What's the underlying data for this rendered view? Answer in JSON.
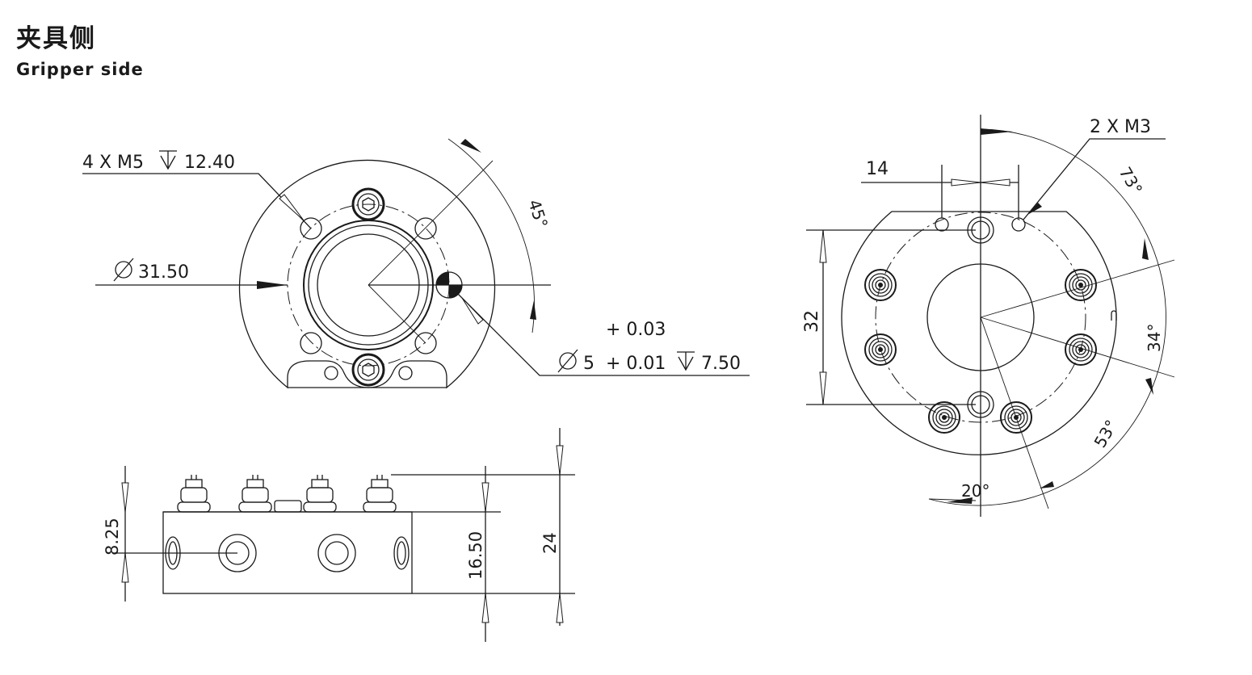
{
  "header": {
    "title_zh": "夹具侧",
    "title_en": "Gripper side"
  },
  "front_view": {
    "thread_callout_prefix": "4 X M5",
    "thread_depth": "12.40",
    "diameter_value": "31.50",
    "angle": "45°",
    "pin_tol_upper": "+ 0.03",
    "pin_diameter": "5",
    "pin_tol_lower": "+ 0.01",
    "pin_depth": "7.50"
  },
  "side_view": {
    "dim_height_total": "24",
    "dim_body_height": "16.50",
    "dim_port_offset": "8.25"
  },
  "right_view": {
    "thread_callout": "2 X M3",
    "dim_spacing": "14",
    "dim_height": "32",
    "angle_top": "73°",
    "angle_mid": "34°",
    "angle_low": "53°",
    "angle_bottom": "20°"
  }
}
